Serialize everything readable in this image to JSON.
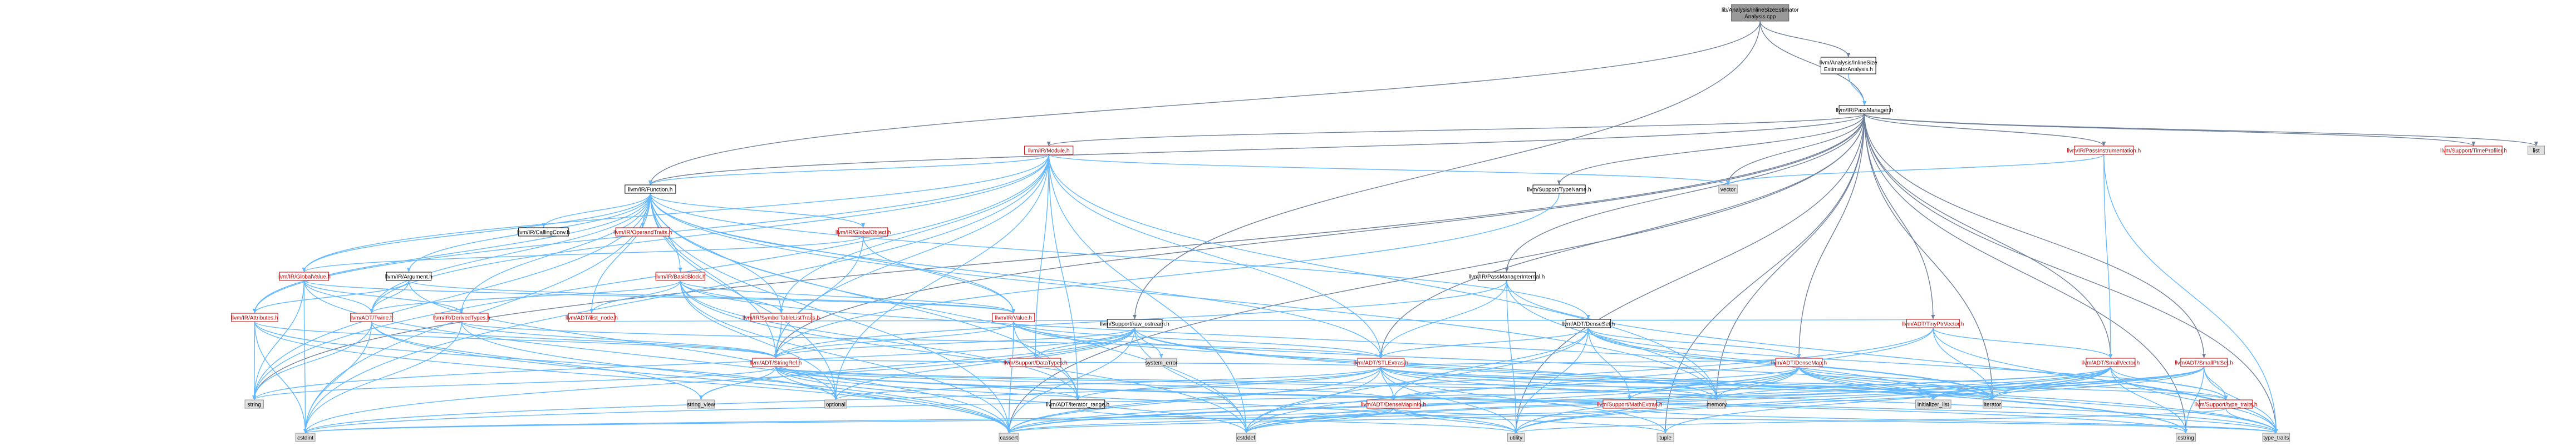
{
  "colors": {
    "edge_default": "#63b8ff",
    "edge_dark": "#6e7f9a",
    "node_fill": "#ffffff",
    "node_border": "#c00000",
    "text_dark": "#000000",
    "text_red": "#c00000",
    "sys_fill": "#e0e0e0",
    "sys_border": "#999999",
    "root_fill": "#999999",
    "root_border": "#666666"
  },
  "nodes": [
    {
      "id": "root",
      "type": "root",
      "lines": [
        "lib/Analysis/InlineSizeEstimator",
        "Analysis.cpp"
      ]
    },
    {
      "id": "ISEA",
      "type": "link",
      "lines": [
        "llvm/Analysis/InlineSize",
        "EstimatorAnalysis.h"
      ]
    },
    {
      "id": "PM",
      "type": "link",
      "lines": [
        "llvm/IR/PassManager.h"
      ]
    },
    {
      "id": "Module",
      "type": "red",
      "lines": [
        "llvm/IR/Module.h"
      ]
    },
    {
      "id": "Function",
      "type": "link",
      "lines": [
        "llvm/IR/Function.h"
      ]
    },
    {
      "id": "PassInstr",
      "type": "red",
      "lines": [
        "llvm/IR/PassInstrumentation.h"
      ]
    },
    {
      "id": "TimeProf",
      "type": "red",
      "lines": [
        "llvm/Support/TimeProfiler.h"
      ]
    },
    {
      "id": "list",
      "type": "sys",
      "lines": [
        "list"
      ]
    },
    {
      "id": "vector",
      "type": "sys",
      "lines": [
        "vector"
      ]
    },
    {
      "id": "TypeName",
      "type": "link",
      "lines": [
        "llvm/Support/TypeName.h"
      ]
    },
    {
      "id": "CallingConv",
      "type": "link",
      "lines": [
        "llvm/IR/CallingConv.h"
      ]
    },
    {
      "id": "OperandTraits",
      "type": "red",
      "lines": [
        "llvm/IR/OperandTraits.h"
      ]
    },
    {
      "id": "GlobalObject",
      "type": "red",
      "lines": [
        "llvm/IR/GlobalObject.h"
      ]
    },
    {
      "id": "GlobalValue",
      "type": "red",
      "lines": [
        "llvm/IR/GlobalValue.h"
      ]
    },
    {
      "id": "Argument",
      "type": "link",
      "lines": [
        "llvm/IR/Argument.h"
      ]
    },
    {
      "id": "BasicBlock",
      "type": "red",
      "lines": [
        "llvm/IR/BasicBlock.h"
      ]
    },
    {
      "id": "PMInternal",
      "type": "link",
      "lines": [
        "llvm/IR/PassManagerInternal.h"
      ]
    },
    {
      "id": "Attributes",
      "type": "red",
      "lines": [
        "llvm/IR/Attributes.h"
      ]
    },
    {
      "id": "Twine",
      "type": "red",
      "lines": [
        "llvm/ADT/Twine.h"
      ]
    },
    {
      "id": "DerivedTypes",
      "type": "red",
      "lines": [
        "llvm/IR/DerivedTypes.h"
      ]
    },
    {
      "id": "ilist_node",
      "type": "red",
      "lines": [
        "llvm/ADT/ilist_node.h"
      ]
    },
    {
      "id": "SymTab",
      "type": "red",
      "lines": [
        "llvm/IR/SymbolTableListTraits.h"
      ]
    },
    {
      "id": "Value",
      "type": "red",
      "lines": [
        "llvm/IR/Value.h"
      ]
    },
    {
      "id": "rawostream",
      "type": "link",
      "lines": [
        "llvm/Support/raw_ostream.h"
      ]
    },
    {
      "id": "DenseSet",
      "type": "link",
      "lines": [
        "llvm/ADT/DenseSet.h"
      ]
    },
    {
      "id": "TinyPtrVector",
      "type": "red",
      "lines": [
        "llvm/ADT/TinyPtrVector.h"
      ]
    },
    {
      "id": "DataTypes",
      "type": "red",
      "lines": [
        "llvm/Support/DataTypes.h"
      ]
    },
    {
      "id": "system_error",
      "type": "sys",
      "lines": [
        "system_error"
      ]
    },
    {
      "id": "StringRef",
      "type": "red",
      "lines": [
        "llvm/ADT/StringRef.h"
      ]
    },
    {
      "id": "STLExtras",
      "type": "red",
      "lines": [
        "llvm/ADT/STLExtras.h"
      ]
    },
    {
      "id": "DenseMap",
      "type": "red",
      "lines": [
        "llvm/ADT/DenseMap.h"
      ]
    },
    {
      "id": "SmallVector",
      "type": "red",
      "lines": [
        "llvm/ADT/SmallVector.h"
      ]
    },
    {
      "id": "SmallPtrSet",
      "type": "red",
      "lines": [
        "llvm/ADT/SmallPtrSet.h"
      ]
    },
    {
      "id": "string",
      "type": "sys",
      "lines": [
        "string"
      ]
    },
    {
      "id": "string_view",
      "type": "sys",
      "lines": [
        "string_view"
      ]
    },
    {
      "id": "optional",
      "type": "sys",
      "lines": [
        "optional"
      ]
    },
    {
      "id": "iterator_range",
      "type": "link",
      "lines": [
        "llvm/ADT/iterator_range.h"
      ]
    },
    {
      "id": "memory",
      "type": "sys",
      "lines": [
        "memory"
      ]
    },
    {
      "id": "DenseMapInfo",
      "type": "red",
      "lines": [
        "llvm/ADT/DenseMapInfo.h"
      ]
    },
    {
      "id": "MathExtras",
      "type": "red",
      "lines": [
        "llvm/Support/MathExtras.h"
      ]
    },
    {
      "id": "initializer_list",
      "type": "sys",
      "lines": [
        "initializer_list"
      ]
    },
    {
      "id": "iterator",
      "type": "sys",
      "lines": [
        "iterator"
      ]
    },
    {
      "id": "type_traits_h",
      "type": "red",
      "lines": [
        "llvm/Support/type_traits.h"
      ]
    },
    {
      "id": "cstdint",
      "type": "sys",
      "lines": [
        "cstdint"
      ]
    },
    {
      "id": "cassert",
      "type": "sys",
      "lines": [
        "cassert"
      ]
    },
    {
      "id": "cstddef",
      "type": "sys",
      "lines": [
        "cstddef"
      ]
    },
    {
      "id": "utility",
      "type": "sys",
      "lines": [
        "utility"
      ]
    },
    {
      "id": "tuple",
      "type": "sys",
      "lines": [
        "tuple"
      ]
    },
    {
      "id": "cstring",
      "type": "sys",
      "lines": [
        "cstring"
      ]
    },
    {
      "id": "type_traits",
      "type": "sys",
      "lines": [
        "type_traits"
      ]
    }
  ],
  "edges": [
    [
      "root",
      "ISEA"
    ],
    [
      "root",
      "PM"
    ],
    [
      "root",
      "Function"
    ],
    [
      "root",
      "rawostream"
    ],
    [
      "ISEA",
      "PM"
    ],
    [
      "PM",
      "Module"
    ],
    [
      "PM",
      "Function"
    ],
    [
      "PM",
      "PassInstr"
    ],
    [
      "PM",
      "TimeProf"
    ],
    [
      "PM",
      "list"
    ],
    [
      "PM",
      "vector"
    ],
    [
      "PM",
      "TypeName"
    ],
    [
      "PM",
      "PMInternal"
    ],
    [
      "PM",
      "DenseMap"
    ],
    [
      "PM",
      "SmallPtrSet"
    ],
    [
      "PM",
      "SmallVector"
    ],
    [
      "PM",
      "STLExtras"
    ],
    [
      "PM",
      "StringRef"
    ],
    [
      "PM",
      "TinyPtrVector"
    ],
    [
      "PM",
      "cstring"
    ],
    [
      "PM",
      "memory"
    ],
    [
      "PM",
      "type_traits"
    ],
    [
      "PM",
      "utility"
    ],
    [
      "PM",
      "tuple"
    ],
    [
      "PM",
      "iterator"
    ],
    [
      "PM",
      "string"
    ],
    [
      "PM",
      "cassert"
    ],
    [
      "Module",
      "Function"
    ],
    [
      "Module",
      "GlobalValue"
    ],
    [
      "Module",
      "SymTab"
    ],
    [
      "Module",
      "Attributes"
    ],
    [
      "Module",
      "Twine"
    ],
    [
      "Module",
      "StringRef"
    ],
    [
      "Module",
      "STLExtras"
    ],
    [
      "Module",
      "iterator_range"
    ],
    [
      "Module",
      "vector"
    ],
    [
      "Module",
      "memory"
    ],
    [
      "Module",
      "optional"
    ],
    [
      "Module",
      "string"
    ],
    [
      "Module",
      "cstddef"
    ],
    [
      "Module",
      "cstdint"
    ],
    [
      "Module",
      "DataTypes"
    ],
    [
      "Function",
      "CallingConv"
    ],
    [
      "Function",
      "OperandTraits"
    ],
    [
      "Function",
      "GlobalObject"
    ],
    [
      "Function",
      "GlobalValue"
    ],
    [
      "Function",
      "Argument"
    ],
    [
      "Function",
      "BasicBlock"
    ],
    [
      "Function",
      "Attributes"
    ],
    [
      "Function",
      "DerivedTypes"
    ],
    [
      "Function",
      "ilist_node"
    ],
    [
      "Function",
      "SymTab"
    ],
    [
      "Function",
      "Value"
    ],
    [
      "Function",
      "Twine"
    ],
    [
      "Function",
      "StringRef"
    ],
    [
      "Function",
      "DenseSet"
    ],
    [
      "Function",
      "iterator_range"
    ],
    [
      "Function",
      "memory"
    ],
    [
      "Function",
      "string"
    ],
    [
      "Function",
      "cassert"
    ],
    [
      "Function",
      "cstddef"
    ],
    [
      "Function",
      "cstdint"
    ],
    [
      "Function",
      "optional"
    ],
    [
      "Function",
      "STLExtras"
    ],
    [
      "PassInstr",
      "vector"
    ],
    [
      "PassInstr",
      "SmallVector"
    ],
    [
      "PassInstr",
      "type_traits"
    ],
    [
      "TypeName",
      "StringRef"
    ],
    [
      "GlobalObject",
      "GlobalValue"
    ],
    [
      "GlobalObject",
      "StringRef"
    ],
    [
      "GlobalObject",
      "Value"
    ],
    [
      "GlobalValue",
      "Twine"
    ],
    [
      "GlobalValue",
      "DerivedTypes"
    ],
    [
      "GlobalValue",
      "Value"
    ],
    [
      "GlobalValue",
      "string"
    ],
    [
      "GlobalValue",
      "cassert"
    ],
    [
      "GlobalValue",
      "cstdint"
    ],
    [
      "Argument",
      "Twine"
    ],
    [
      "Argument",
      "Value"
    ],
    [
      "Argument",
      "Attributes"
    ],
    [
      "Argument",
      "optional"
    ],
    [
      "BasicBlock",
      "Twine"
    ],
    [
      "BasicBlock",
      "ilist_node"
    ],
    [
      "BasicBlock",
      "SymTab"
    ],
    [
      "BasicBlock",
      "Value"
    ],
    [
      "BasicBlock",
      "iterator"
    ],
    [
      "BasicBlock",
      "cassert"
    ],
    [
      "BasicBlock",
      "cstddef"
    ],
    [
      "BasicBlock",
      "iterator_range"
    ],
    [
      "BasicBlock",
      "optional"
    ],
    [
      "PMInternal",
      "STLExtras"
    ],
    [
      "PMInternal",
      "StringRef"
    ],
    [
      "PMInternal",
      "memory"
    ],
    [
      "PMInternal",
      "utility"
    ],
    [
      "PMInternal",
      "type_traits"
    ],
    [
      "Attributes",
      "StringRef"
    ],
    [
      "Attributes",
      "cstdint"
    ],
    [
      "Attributes",
      "string"
    ],
    [
      "Attributes",
      "cassert"
    ],
    [
      "Attributes",
      "optional"
    ],
    [
      "Twine",
      "StringRef"
    ],
    [
      "Twine",
      "cassert"
    ],
    [
      "Twine",
      "cstdint"
    ],
    [
      "Twine",
      "string"
    ],
    [
      "Twine",
      "string_view"
    ],
    [
      "DerivedTypes",
      "StringRef"
    ],
    [
      "DerivedTypes",
      "STLExtras"
    ],
    [
      "DerivedTypes",
      "cassert"
    ],
    [
      "DerivedTypes",
      "cstdint"
    ],
    [
      "SymTab",
      "StringRef"
    ],
    [
      "Value",
      "StringRef"
    ],
    [
      "Value",
      "STLExtras"
    ],
    [
      "Value",
      "iterator_range"
    ],
    [
      "Value",
      "cassert"
    ],
    [
      "Value",
      "iterator"
    ],
    [
      "Value",
      "memory"
    ],
    [
      "rawostream",
      "StringRef"
    ],
    [
      "rawostream",
      "DataTypes"
    ],
    [
      "rawostream",
      "system_error"
    ],
    [
      "rawostream",
      "cassert"
    ],
    [
      "rawostream",
      "cstddef"
    ],
    [
      "rawostream",
      "cstdint"
    ],
    [
      "rawostream",
      "cstring"
    ],
    [
      "rawostream",
      "optional"
    ],
    [
      "rawostream",
      "string"
    ],
    [
      "rawostream",
      "string_view"
    ],
    [
      "rawostream",
      "type_traits"
    ],
    [
      "DenseSet",
      "DenseMap"
    ],
    [
      "DenseSet",
      "DenseMapInfo"
    ],
    [
      "DenseSet",
      "MathExtras"
    ],
    [
      "DenseSet",
      "type_traits_h"
    ],
    [
      "DenseSet",
      "cstddef"
    ],
    [
      "DenseSet",
      "initializer_list"
    ],
    [
      "DenseSet",
      "iterator"
    ],
    [
      "DenseSet",
      "utility"
    ],
    [
      "DenseSet",
      "STLExtras"
    ],
    [
      "TinyPtrVector",
      "SmallVector"
    ],
    [
      "TinyPtrVector",
      "iterator"
    ],
    [
      "TinyPtrVector",
      "cassert"
    ],
    [
      "TinyPtrVector",
      "cstddef"
    ],
    [
      "TinyPtrVector",
      "type_traits"
    ],
    [
      "TinyPtrVector",
      "ilist_node"
    ],
    [
      "StringRef",
      "STLExtras"
    ],
    [
      "StringRef",
      "iterator_range"
    ],
    [
      "StringRef",
      "DenseMapInfo"
    ],
    [
      "StringRef",
      "string"
    ],
    [
      "StringRef",
      "string_view"
    ],
    [
      "StringRef",
      "cassert"
    ],
    [
      "StringRef",
      "cstddef"
    ],
    [
      "StringRef",
      "cstring"
    ],
    [
      "StringRef",
      "utility"
    ],
    [
      "StringRef",
      "type_traits"
    ],
    [
      "StringRef",
      "iterator"
    ],
    [
      "StringRef",
      "memory"
    ],
    [
      "STLExtras",
      "iterator_range"
    ],
    [
      "STLExtras",
      "DenseMapInfo"
    ],
    [
      "STLExtras",
      "type_traits_h"
    ],
    [
      "STLExtras",
      "cassert"
    ],
    [
      "STLExtras",
      "cstddef"
    ],
    [
      "STLExtras",
      "cstdint"
    ],
    [
      "STLExtras",
      "initializer_list"
    ],
    [
      "STLExtras",
      "iterator"
    ],
    [
      "STLExtras",
      "memory"
    ],
    [
      "STLExtras",
      "optional"
    ],
    [
      "STLExtras",
      "tuple"
    ],
    [
      "STLExtras",
      "type_traits"
    ],
    [
      "STLExtras",
      "utility"
    ],
    [
      "DenseMap",
      "DenseMapInfo"
    ],
    [
      "DenseMap",
      "MathExtras"
    ],
    [
      "DenseMap",
      "type_traits_h"
    ],
    [
      "DenseMap",
      "STLExtras"
    ],
    [
      "DenseMap",
      "initializer_list"
    ],
    [
      "DenseMap",
      "iterator"
    ],
    [
      "DenseMap",
      "cassert"
    ],
    [
      "DenseMap",
      "cstddef"
    ],
    [
      "DenseMap",
      "cstring"
    ],
    [
      "DenseMap",
      "memory"
    ],
    [
      "DenseMap",
      "type_traits"
    ],
    [
      "DenseMap",
      "utility"
    ],
    [
      "SmallVector",
      "type_traits_h"
    ],
    [
      "SmallVector",
      "cassert"
    ],
    [
      "SmallVector",
      "cstddef"
    ],
    [
      "SmallVector",
      "cstdint"
    ],
    [
      "SmallVector",
      "cstring"
    ],
    [
      "SmallVector",
      "initializer_list"
    ],
    [
      "SmallVector",
      "iterator"
    ],
    [
      "SmallVector",
      "memory"
    ],
    [
      "SmallVector",
      "utility"
    ],
    [
      "SmallVector",
      "type_traits"
    ],
    [
      "SmallVector",
      "tuple"
    ],
    [
      "SmallPtrSet",
      "type_traits_h"
    ],
    [
      "SmallPtrSet",
      "cassert"
    ],
    [
      "SmallPtrSet",
      "cstddef"
    ],
    [
      "SmallPtrSet",
      "cstring"
    ],
    [
      "SmallPtrSet",
      "initializer_list"
    ],
    [
      "SmallPtrSet",
      "iterator"
    ],
    [
      "SmallPtrSet",
      "utility"
    ],
    [
      "SmallPtrSet",
      "type_traits"
    ],
    [
      "DenseMapInfo",
      "cassert"
    ],
    [
      "DenseMapInfo",
      "cstddef"
    ],
    [
      "DenseMapInfo",
      "cstdint"
    ],
    [
      "DenseMapInfo",
      "tuple"
    ],
    [
      "DenseMapInfo",
      "type_traits"
    ],
    [
      "DenseMapInfo",
      "utility"
    ],
    [
      "MathExtras",
      "cassert"
    ],
    [
      "MathExtras",
      "cstdint"
    ],
    [
      "MathExtras",
      "type_traits"
    ],
    [
      "type_traits_h",
      "type_traits"
    ],
    [
      "type_traits_h",
      "utility"
    ],
    [
      "iterator_range",
      "utility"
    ]
  ]
}
